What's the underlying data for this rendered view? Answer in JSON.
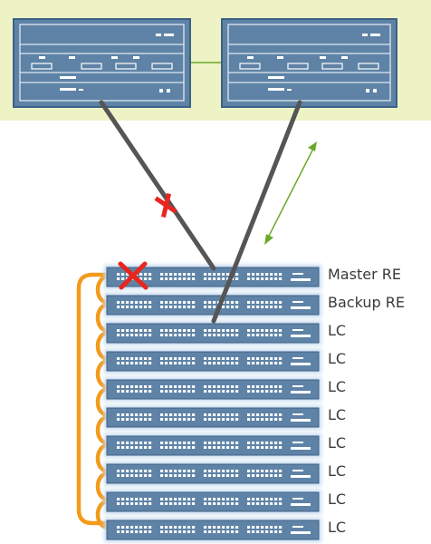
{
  "colors": {
    "top_band": "#eef3c6",
    "chassis_fill": "#5e83a6",
    "chassis_border": "#3d6186",
    "panel_line": "#dfe8f1",
    "port": "#ffffff",
    "switch_glow": "#c9dcf0",
    "uplink": "#555555",
    "fault": "#e8261f",
    "vc_cable": "#f39a1c",
    "arrow": "#6aaa2a"
  },
  "icons": {
    "fault_on_uplink": "red-x-icon",
    "fault_on_master": "red-x-icon",
    "redundancy_arrow": "double-arrow-icon"
  },
  "stack": {
    "members": [
      {
        "role": "Master RE"
      },
      {
        "role": "Backup RE"
      },
      {
        "role": "LC"
      },
      {
        "role": "LC"
      },
      {
        "role": "LC"
      },
      {
        "role": "LC"
      },
      {
        "role": "LC"
      },
      {
        "role": "LC"
      },
      {
        "role": "LC"
      },
      {
        "role": "LC"
      }
    ]
  }
}
